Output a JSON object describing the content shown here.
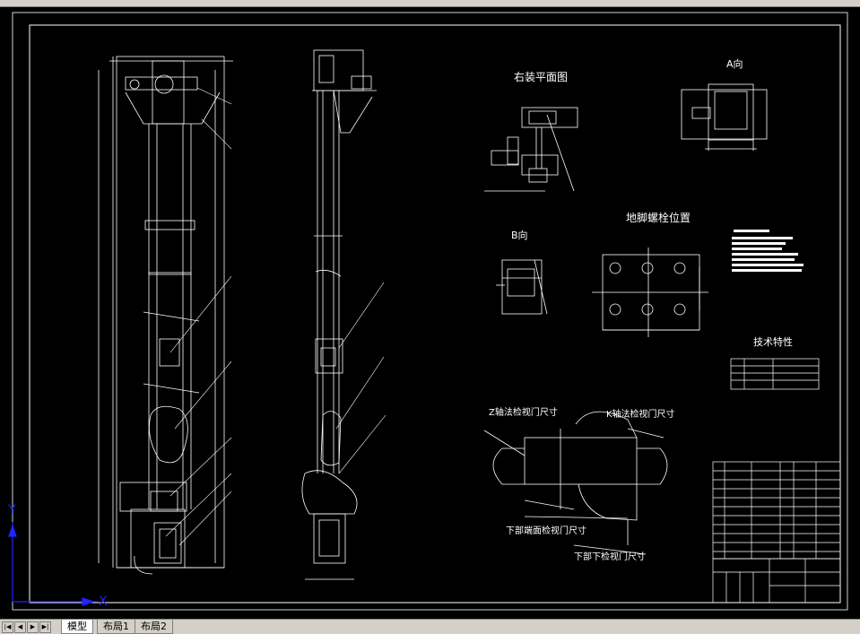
{
  "drawing": {
    "title_right_plan": "右装平面图",
    "title_view_a": "A向",
    "title_view_b": "B向",
    "title_anchor_bolts": "地脚螺栓位置",
    "title_tech_req": "技术特性",
    "label_z_inspect": "Z轴法检视门尺寸",
    "label_k_inspect": "K轴法检视门尺寸",
    "label_lower_end": "下部端面检视门尺寸",
    "label_lower_bottom": "下部下检视门尺寸"
  },
  "tabs": [
    "模型",
    "布局1",
    "布局2"
  ],
  "active_tab": 0,
  "ucs": {
    "y_label": "Y",
    "x_label": "X"
  },
  "colors": {
    "background": "#000000",
    "line": "#ffffff",
    "cursor": "#2323ff",
    "border": "#cfcfcf"
  }
}
